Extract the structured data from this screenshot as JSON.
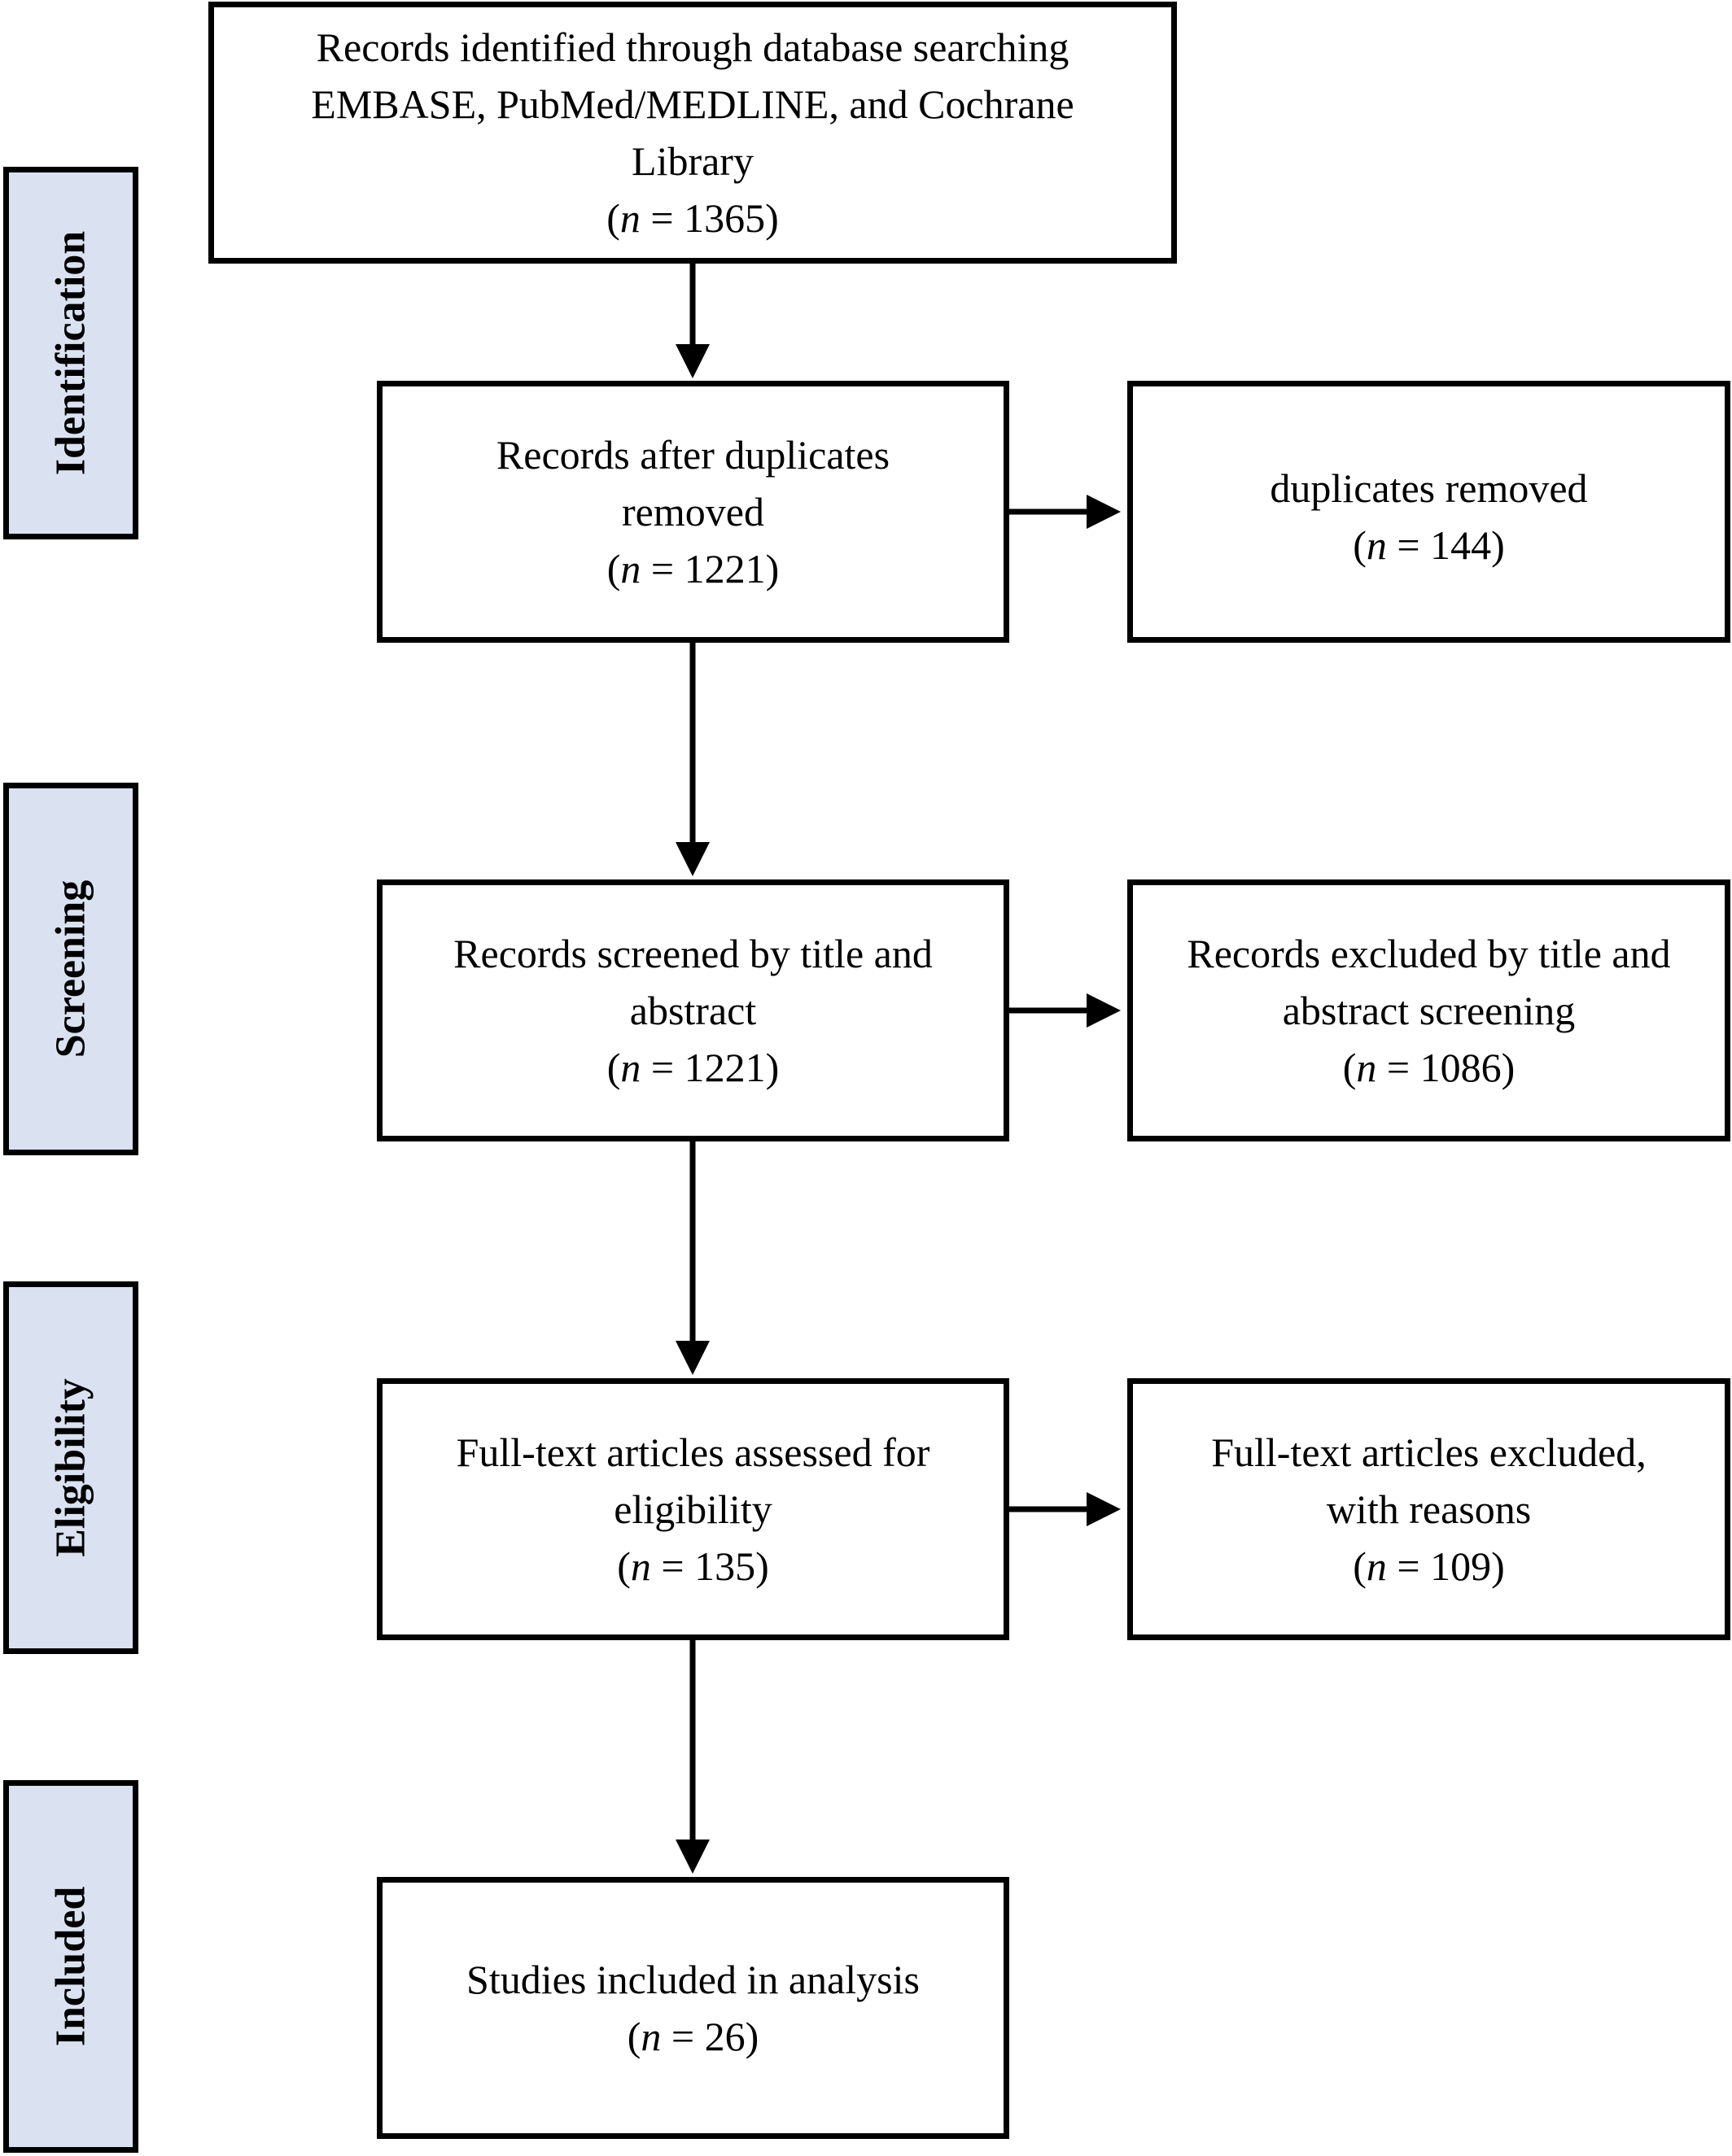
{
  "phases": {
    "identification": "Identification",
    "screening": "Screening",
    "eligibility": "Eligibility",
    "included": "Included"
  },
  "boxes": {
    "identified": {
      "lines": [
        "Records identified through database searching",
        "EMBASE, PubMed/MEDLINE, and Cochrane",
        "Library"
      ],
      "n_prefix": "(",
      "n_var": "n",
      "n_value": " = 1365)"
    },
    "after_duplicates": {
      "lines": [
        "Records after duplicates",
        "removed"
      ],
      "n_prefix": "(",
      "n_var": "n",
      "n_value": " = 1221)"
    },
    "duplicates_removed": {
      "lines": [
        "duplicates removed"
      ],
      "n_prefix": "(",
      "n_var": "n",
      "n_value": " = 144)"
    },
    "screened": {
      "lines": [
        "Records screened by title and",
        "abstract"
      ],
      "n_prefix": "(",
      "n_var": "n",
      "n_value": " = 1221)"
    },
    "excluded_screening": {
      "lines": [
        "Records excluded by title and",
        "abstract screening"
      ],
      "n_prefix": "(",
      "n_var": "n",
      "n_value": " = 1086)"
    },
    "fulltext_assessed": {
      "lines": [
        "Full-text articles assessed for",
        "eligibility"
      ],
      "n_prefix": "(",
      "n_var": "n",
      "n_value": " = 135)"
    },
    "fulltext_excluded": {
      "lines": [
        "Full-text articles excluded,",
        "with reasons"
      ],
      "n_prefix": "(",
      "n_var": "n",
      "n_value": " = 109)"
    },
    "included": {
      "lines": [
        "Studies included in analysis"
      ],
      "n_prefix": "(",
      "n_var": "n",
      "n_value": " = 26)"
    }
  },
  "colors": {
    "phase_fill": "#dae2f1",
    "stroke": "#000000"
  }
}
